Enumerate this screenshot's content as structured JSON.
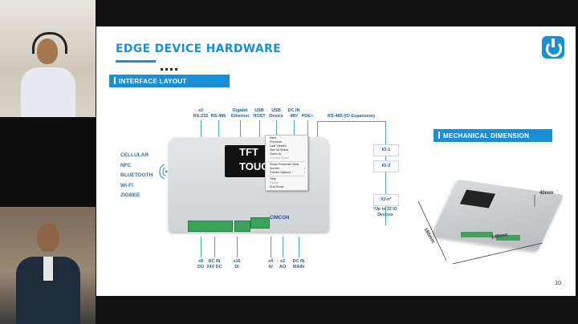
{
  "meeting": {
    "participants": [
      {
        "role": "participant-1"
      },
      {
        "role": "participant-2"
      }
    ]
  },
  "slide": {
    "title": "EDGE DEVICE HARDWARE",
    "interface_tag": "INTERFACE LAYOUT",
    "mechanical_tag": "MECHANICAL DIMENSION",
    "page_number": "10",
    "wireless": [
      "CELLULAR",
      "NFC",
      "BLUETOOTH",
      "WI-FI",
      "ZIGBEE"
    ],
    "top_ports": [
      {
        "l1": "x2",
        "l2": "RS-232"
      },
      {
        "l1": "RS-485",
        "l2": ""
      },
      {
        "l1": "Gigabit",
        "l2": "Ethernet"
      },
      {
        "l1": "USB",
        "l2": "HOST"
      },
      {
        "l1": "USB",
        "l2": "Device"
      },
      {
        "l1": "DC IN",
        "l2": "48V"
      },
      {
        "l1": "POE+",
        "l2": ""
      }
    ],
    "expansion_label": "RS-485 (IO Expansion)",
    "io_boxes": [
      "IO-1",
      "IO-2",
      "IO-n*"
    ],
    "io_note": "*Up to 32 IO Devices",
    "bottom_ports": [
      {
        "l1": "x8",
        "l2": "DO"
      },
      {
        "l1": "DC IN",
        "l2": "24V DC"
      },
      {
        "l1": "x16",
        "l2": "DI"
      },
      {
        "l1": "x4",
        "l2": "AI"
      },
      {
        "l1": "x2",
        "l2": "AO"
      },
      {
        "l1": "DC IN",
        "l2": "MAIN"
      }
    ],
    "screen_text_1": "TFT",
    "screen_text_2": "TOUC",
    "brand": "CIMCON",
    "dimensions": {
      "height": "40mm",
      "depth": "185mm",
      "width": "245mm"
    }
  },
  "context_menu": {
    "items": [
      {
        "label": "Next",
        "disabled": false
      },
      {
        "label": "Previous",
        "disabled": false
      },
      {
        "label": "Last Viewed",
        "disabled": false
      },
      {
        "label": "See All Slides",
        "disabled": false
      },
      {
        "label": "Zoom In",
        "disabled": false
      },
      {
        "label": "Custom Show",
        "disabled": true
      },
      {
        "label": "Show Presenter View",
        "disabled": false
      },
      {
        "label": "Screen",
        "disabled": false,
        "submenu": true
      },
      {
        "label": "Pointer Options",
        "disabled": false,
        "submenu": true
      },
      {
        "label": "Help",
        "disabled": false
      },
      {
        "label": "Pause",
        "disabled": true
      },
      {
        "label": "End Show",
        "disabled": false
      }
    ]
  },
  "colors": {
    "accent": "#1b8fd6",
    "terminal": "#3ba35c"
  }
}
